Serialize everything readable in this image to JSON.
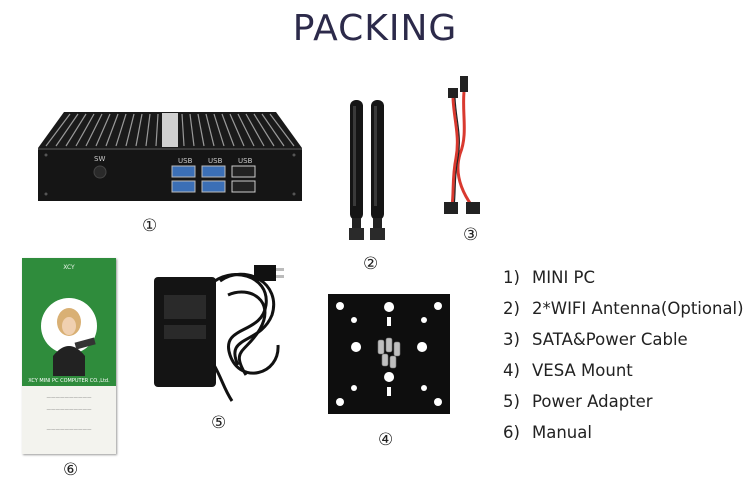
{
  "title": "PACKING",
  "markers": [
    "①",
    "②",
    "③",
    "④",
    "⑤",
    "⑥"
  ],
  "pc_labels": {
    "sw": "SW",
    "usb": "USB"
  },
  "manual": {
    "brand": "XCY",
    "company": "XCY MINI PC COMPUTER CO.,Ltd."
  },
  "items": [
    {
      "num": "1)",
      "label": "MINI PC"
    },
    {
      "num": "2)",
      "label": "2*WIFI Antenna(Optional)"
    },
    {
      "num": "3)",
      "label": "SATA&Power Cable"
    },
    {
      "num": "4)",
      "label": "VESA Mount"
    },
    {
      "num": "5)",
      "label": "Power Adapter"
    },
    {
      "num": "6)",
      "label": "Manual"
    }
  ]
}
